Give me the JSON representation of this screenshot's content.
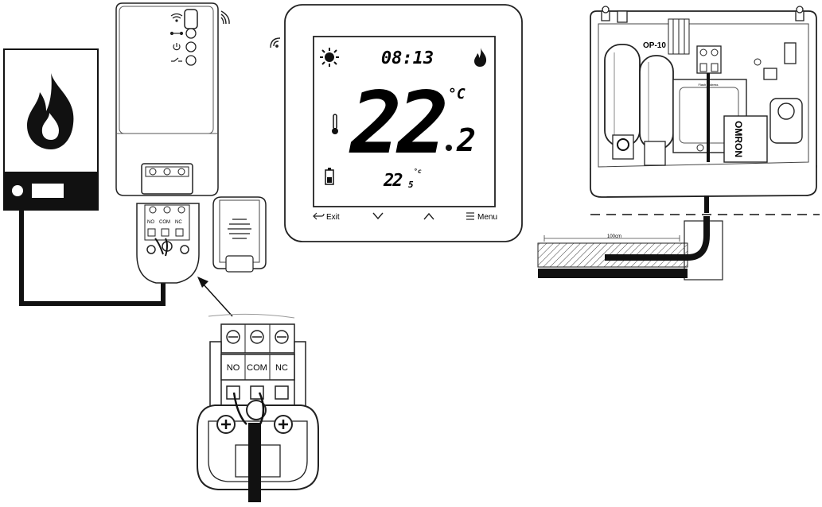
{
  "boiler": {
    "icon": "flame-icon"
  },
  "receiver": {
    "icons": [
      "wifi-icon",
      "link-icon",
      "power-icon",
      "relay-icon"
    ],
    "terminals_small": [
      "NO",
      "COM",
      "NC"
    ]
  },
  "thermostat": {
    "time": "08:13",
    "temp_main": "22",
    "temp_decimal": "2",
    "unit": "°C",
    "temp_secondary": "22",
    "temp_secondary_decimal": "5",
    "temp_secondary_unit": "°c",
    "buttons": {
      "exit": "Exit",
      "down": "∨",
      "up": "∧",
      "menu": "Menu"
    }
  },
  "terminal_detail": {
    "labels": [
      "NO",
      "COM",
      "NC"
    ]
  },
  "sensor_box": {
    "relay_brand": "OMRON",
    "board_label": "OP-10",
    "small_text": "Flash address",
    "distance": "100cm"
  },
  "colors": {
    "line": "#111111",
    "cable": "#111111",
    "screen_border": "#222222"
  }
}
